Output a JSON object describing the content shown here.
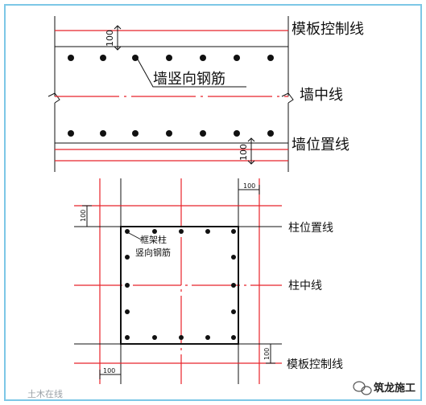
{
  "labels": {
    "top_formwork_line": "模板控制线",
    "wall_vertical_rebar": "墙竖向钢筋",
    "wall_center_line": "墙中线",
    "wall_position_line": "墙位置线",
    "column_position_line": "柱位置线",
    "column_center_line": "柱中线",
    "bottom_formwork_line": "模板控制线",
    "frame_column_rebar_1": "框架柱",
    "frame_column_rebar_2": "竖向钢筋"
  },
  "dimensions": {
    "top_wall_upper": "100",
    "top_wall_lower": "100",
    "column_top_right": "100",
    "column_bottom_left": "100",
    "column_left_vertical": "100",
    "column_bottom_right": "100"
  },
  "watermark": {
    "left_text": "土木在线",
    "brand_text": "筑龙施工"
  },
  "colors": {
    "red_line": "#e8232a",
    "black_line": "#111111",
    "frame_border": "#7dc7e6"
  },
  "icons": {
    "wechat": "wechat-icon"
  }
}
